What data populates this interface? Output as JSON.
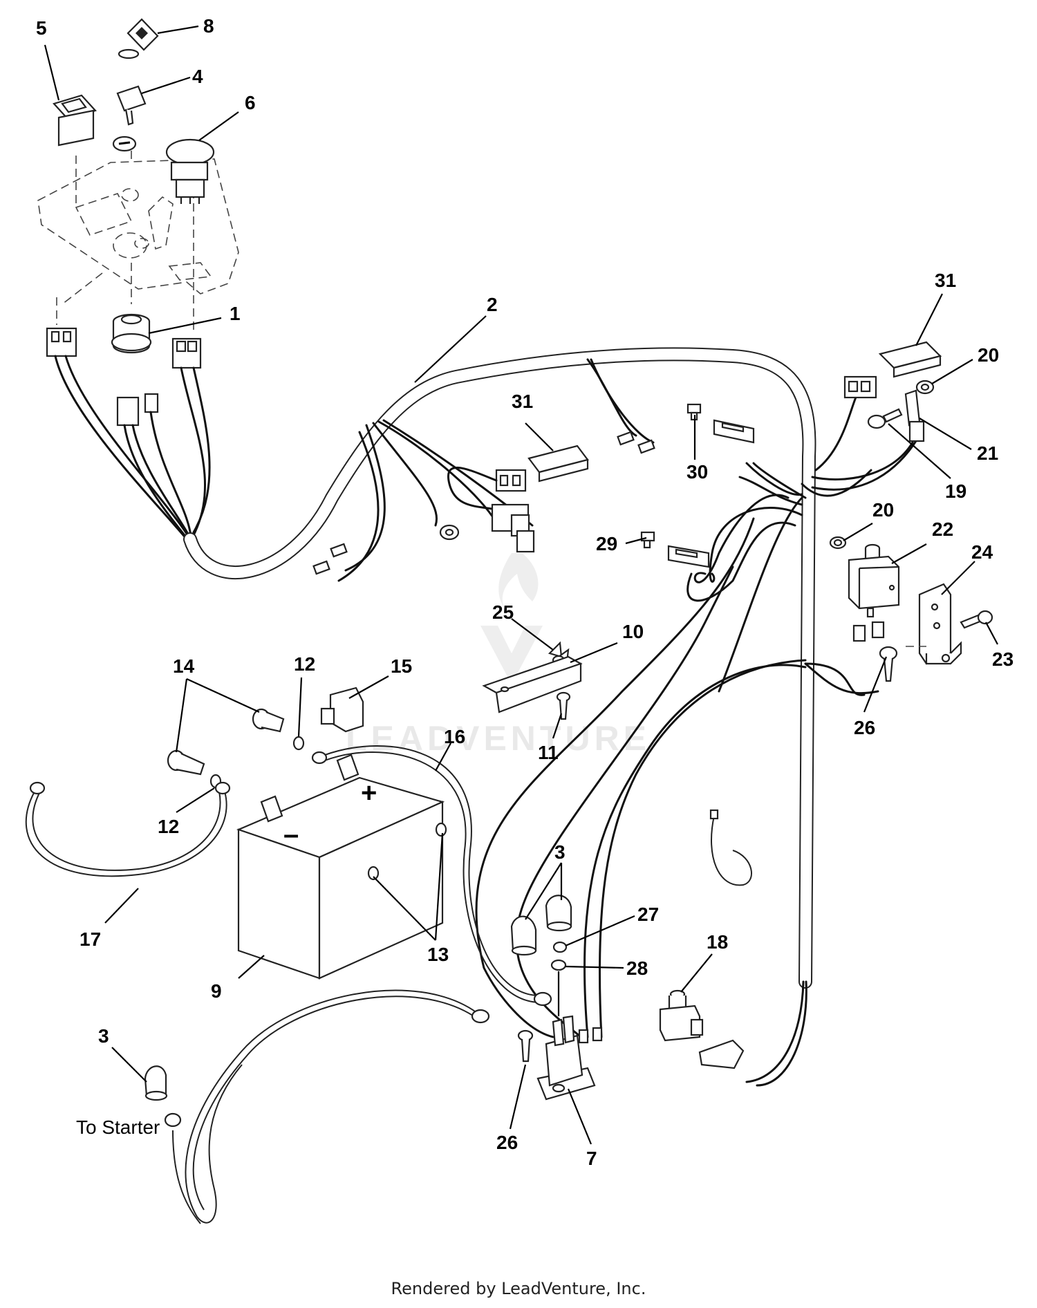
{
  "watermark": "LEADVENTURE",
  "footer": "Rendered by LeadVenture, Inc.",
  "annotations": {
    "to_starter": "To Starter",
    "battery_plus": "+",
    "battery_minus": "–"
  },
  "callouts": [
    {
      "id": "c5",
      "label": "5"
    },
    {
      "id": "c8",
      "label": "8"
    },
    {
      "id": "c4",
      "label": "4"
    },
    {
      "id": "c6",
      "label": "6"
    },
    {
      "id": "c1",
      "label": "1"
    },
    {
      "id": "c2",
      "label": "2"
    },
    {
      "id": "c31a",
      "label": "31"
    },
    {
      "id": "c31b",
      "label": "31"
    },
    {
      "id": "c20a",
      "label": "20"
    },
    {
      "id": "c21",
      "label": "21"
    },
    {
      "id": "c19",
      "label": "19"
    },
    {
      "id": "c30",
      "label": "30"
    },
    {
      "id": "c29",
      "label": "29"
    },
    {
      "id": "c20b",
      "label": "20"
    },
    {
      "id": "c22",
      "label": "22"
    },
    {
      "id": "c24",
      "label": "24"
    },
    {
      "id": "c23",
      "label": "23"
    },
    {
      "id": "c26a",
      "label": "26"
    },
    {
      "id": "c25",
      "label": "25"
    },
    {
      "id": "c10",
      "label": "10"
    },
    {
      "id": "c11",
      "label": "11"
    },
    {
      "id": "c14",
      "label": "14"
    },
    {
      "id": "c12a",
      "label": "12"
    },
    {
      "id": "c15",
      "label": "15"
    },
    {
      "id": "c16",
      "label": "16"
    },
    {
      "id": "c12b",
      "label": "12"
    },
    {
      "id": "c17",
      "label": "17"
    },
    {
      "id": "c13",
      "label": "13"
    },
    {
      "id": "c9",
      "label": "9"
    },
    {
      "id": "c3a",
      "label": "3"
    },
    {
      "id": "c27",
      "label": "27"
    },
    {
      "id": "c28",
      "label": "28"
    },
    {
      "id": "c18",
      "label": "18"
    },
    {
      "id": "c3b",
      "label": "3"
    },
    {
      "id": "c26b",
      "label": "26"
    },
    {
      "id": "c7",
      "label": "7"
    }
  ]
}
